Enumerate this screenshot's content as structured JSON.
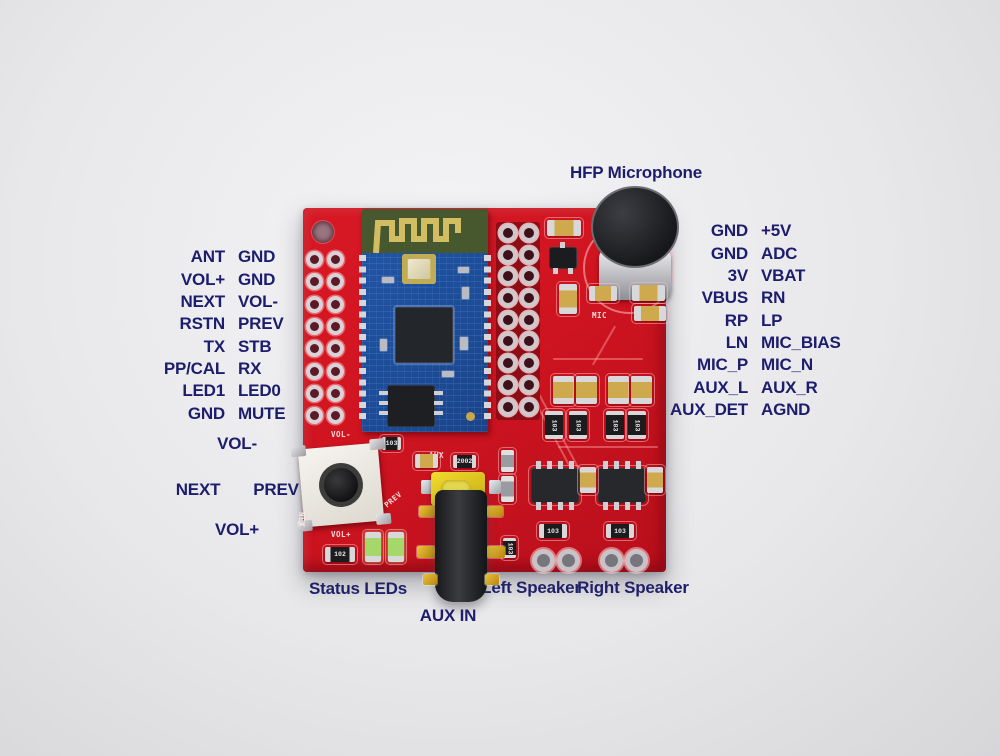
{
  "annotations": {
    "hfp_microphone": "HFP Microphone",
    "status_leds": "Status LEDs",
    "aux_in": "AUX IN",
    "left_speaker": "Left Speaker",
    "right_speaker": "Right Speaker"
  },
  "controls": {
    "vol_minus": "VOL-",
    "next": "NEXT",
    "prev": "PREV",
    "vol_plus": "VOL+"
  },
  "pins": {
    "left": [
      {
        "a": "ANT",
        "b": "GND"
      },
      {
        "a": "VOL+",
        "b": "GND"
      },
      {
        "a": "NEXT",
        "b": "VOL-"
      },
      {
        "a": "RSTN",
        "b": "PREV"
      },
      {
        "a": "TX",
        "b": "STB"
      },
      {
        "a": "PP/CAL",
        "b": "RX"
      },
      {
        "a": "LED1",
        "b": "LED0"
      },
      {
        "a": "GND",
        "b": "MUTE"
      }
    ],
    "right": [
      {
        "a": "GND",
        "b": "+5V"
      },
      {
        "a": "GND",
        "b": "ADC"
      },
      {
        "a": "3V",
        "b": "VBAT"
      },
      {
        "a": "VBUS",
        "b": "RN"
      },
      {
        "a": "RP",
        "b": "LP"
      },
      {
        "a": "LN",
        "b": "MIC_BIAS"
      },
      {
        "a": "MIC_P",
        "b": "MIC_N"
      },
      {
        "a": "AUX_L",
        "b": "AUX_R"
      },
      {
        "a": "AUX_DET",
        "b": "AGND"
      }
    ]
  },
  "silkscreen": {
    "vol_minus": "VOL-",
    "vol_plus": "VOL+",
    "next": "NEX",
    "prev": "PREV",
    "aux": "AUX",
    "mic": "MIC",
    "r103": "103",
    "r102": "102",
    "r2002": "2002"
  },
  "colors": {
    "board_red": "#cf1420",
    "header_maroon": "#8e0e18",
    "module_blue": "#1f4fa0",
    "antenna_green": "#47582f",
    "antenna_gold": "#d2bd62",
    "label_navy": "#1d1d6e"
  }
}
